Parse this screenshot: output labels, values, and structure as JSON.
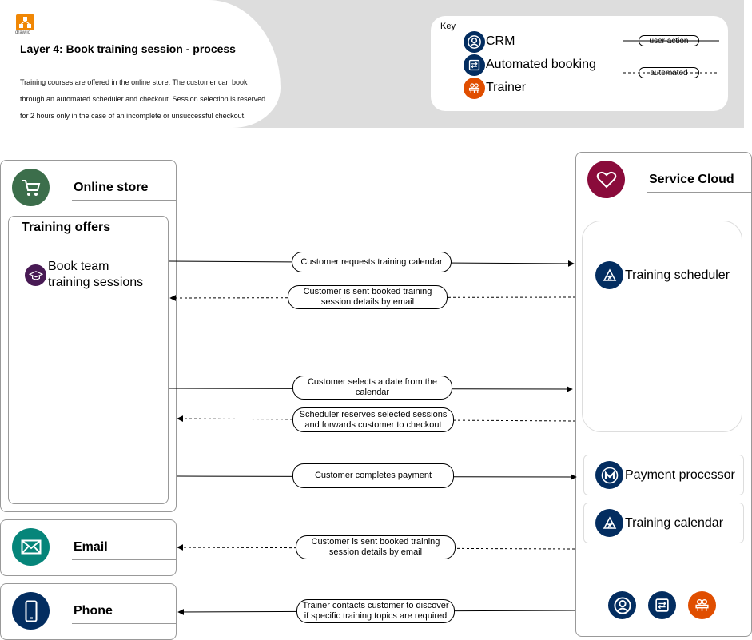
{
  "header": {
    "logo_text": "draw.io",
    "title": "Layer 4: Book training session - process",
    "description_lines": [
      "Training courses are offered in the online store. The customer can book",
      "through an automated scheduler and checkout. Session selection is reserved",
      "for 2 hours only in the case of an incomplete or unsuccessful checkout."
    ]
  },
  "key": {
    "label": "Key",
    "items": [
      {
        "label": "CRM",
        "icon": "crm-icon",
        "color": "#032d60"
      },
      {
        "label": "Automated booking",
        "icon": "automated-booking-icon",
        "color": "#032d60"
      },
      {
        "label": "Trainer",
        "icon": "trainer-icon",
        "color": "#e04e00"
      }
    ],
    "lines": {
      "user_action": "user action",
      "automated": "automated"
    }
  },
  "left": {
    "online_store": "Online store",
    "training_offers": "Training offers",
    "book_team": "Book team",
    "training_sessions": "training sessions",
    "email": "Email",
    "phone": "Phone"
  },
  "right": {
    "service_cloud": "Service Cloud",
    "training_scheduler": "Training scheduler",
    "payment_processor": "Payment processor",
    "training_calendar": "Training calendar"
  },
  "flows": [
    {
      "line1": "Customer requests training calendar",
      "line2": ""
    },
    {
      "line1": "Customer is sent booked training",
      "line2": "session details by email"
    },
    {
      "line1": "Customer selects a date from the",
      "line2": "calendar"
    },
    {
      "line1": "Scheduler reserves selected sessions",
      "line2": "and forwards customer to checkout"
    },
    {
      "line1": "Customer completes payment",
      "line2": ""
    },
    {
      "line1": "Customer is sent booked training",
      "line2": "session details by email"
    },
    {
      "line1": "Trainer contacts customer to discover",
      "line2": "if specific training topics are required"
    }
  ],
  "colors": {
    "online_store_green": "#3c6e4b",
    "training_purple": "#481a54",
    "email_teal": "#06857a",
    "phone_navy": "#032d60",
    "service_cloud_maroon": "#8a0b3b",
    "navy": "#032d60",
    "trainer_orange": "#e04e00"
  }
}
